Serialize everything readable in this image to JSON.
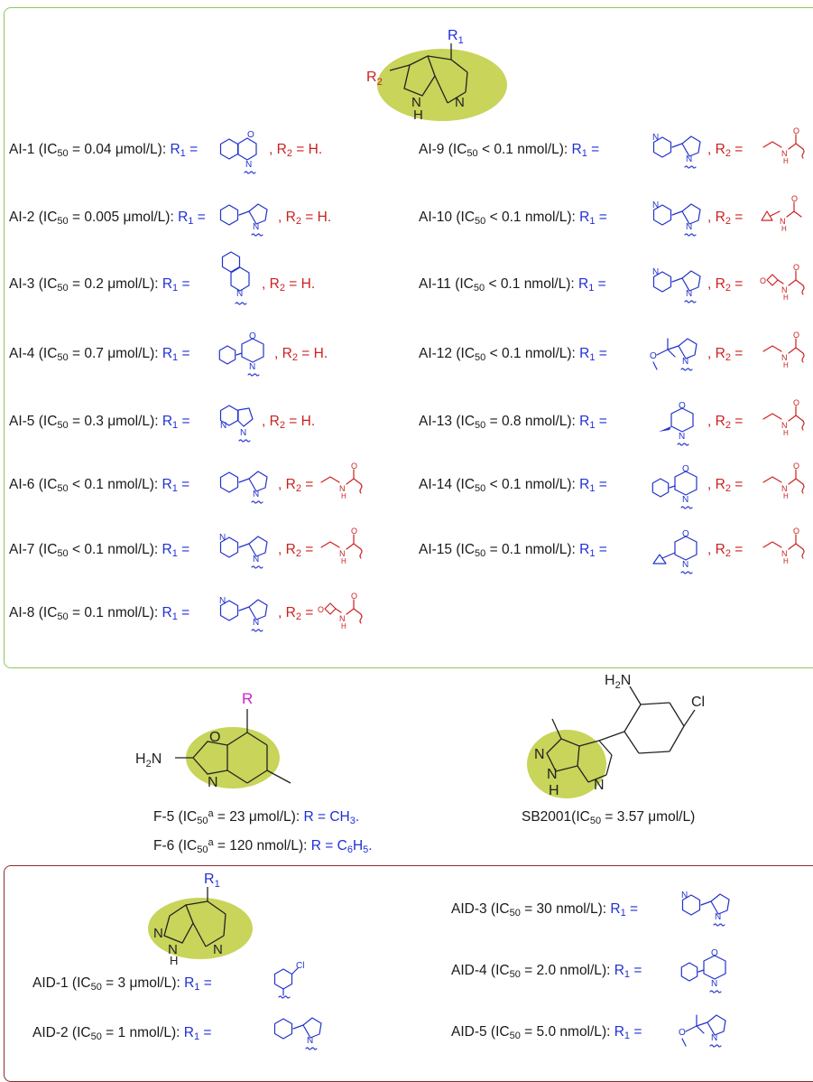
{
  "top_panel": {
    "core_labels": {
      "r1": "R",
      "r1_sub": "1",
      "r2": "R",
      "r2_sub": "2",
      "n": "N",
      "nh": "N",
      "h": "H"
    },
    "left_entries": [
      {
        "name": "AI-1",
        "relation": "=",
        "value": "0.04",
        "unit": "μmol/L",
        "r2": "H"
      },
      {
        "name": "AI-2",
        "relation": "=",
        "value": "0.005",
        "unit": "μmol/L",
        "r2": "H"
      },
      {
        "name": "AI-3",
        "relation": "=",
        "value": "0.2",
        "unit": "μmol/L",
        "r2": "H"
      },
      {
        "name": "AI-4",
        "relation": "=",
        "value": "0.7",
        "unit": "μmol/L",
        "r2": "H"
      },
      {
        "name": "AI-5",
        "relation": "=",
        "value": "0.3",
        "unit": "μmol/L",
        "r2": "H"
      },
      {
        "name": "AI-6",
        "relation": "<",
        "value": "0.1",
        "unit": "nmol/L",
        "r2": ""
      },
      {
        "name": "AI-7",
        "relation": "<",
        "value": "0.1",
        "unit": "nmol/L",
        "r2": ""
      },
      {
        "name": "AI-8",
        "relation": "=",
        "value": "0.1",
        "unit": "nmol/L",
        "r2": ""
      }
    ],
    "right_entries": [
      {
        "name": "AI-9",
        "relation": "<",
        "value": "0.1",
        "unit": "nmol/L"
      },
      {
        "name": "AI-10",
        "relation": "<",
        "value": "0.1",
        "unit": "nmol/L"
      },
      {
        "name": "AI-11",
        "relation": "<",
        "value": "0.1",
        "unit": "nmol/L"
      },
      {
        "name": "AI-12",
        "relation": "<",
        "value": "0.1",
        "unit": "nmol/L"
      },
      {
        "name": "AI-13",
        "relation": "=",
        "value": "0.8",
        "unit": "nmol/L"
      },
      {
        "name": "AI-14",
        "relation": "<",
        "value": "0.1",
        "unit": "nmol/L"
      },
      {
        "name": "AI-15",
        "relation": "=",
        "value": "0.1",
        "unit": "nmol/L"
      }
    ],
    "ic50_label": "IC",
    "ic50_sub": "50",
    "r1_label": "R",
    "r1_sub": "1",
    "r2_label": "R",
    "r2_sub": "2"
  },
  "middle": {
    "f_compounds": [
      {
        "name": "F-5",
        "sup": "a",
        "value": "23",
        "unit": "μmol/L",
        "r_value": "CH",
        "r_sub": "3"
      },
      {
        "name": "F-6",
        "sup": "a",
        "value": "120",
        "unit": "nmol/L",
        "r_value": "C",
        "r_sub": "6",
        "r_tail": "H",
        "r_sub2": "5"
      }
    ],
    "benzoxazole_labels": {
      "r": "R",
      "h2n": "H",
      "h2n_sub": "2",
      "h2n_n": "N",
      "o": "O",
      "n": "N"
    },
    "sb_compound": {
      "name": "SB2001",
      "value": "3.57",
      "unit": "μmol/L"
    },
    "pyrazolopyridine_labels": {
      "h2n": "H",
      "h2n_sub": "2",
      "h2n_n": "N",
      "cl": "Cl",
      "n1": "N",
      "n2": "N",
      "n3": "N",
      "h": "H"
    }
  },
  "bottom_panel": {
    "core_labels": {
      "r1": "R",
      "r1_sub": "1",
      "n1": "N",
      "n2": "N",
      "n3": "N",
      "h": "H"
    },
    "entries": [
      {
        "name": "AID-1",
        "relation": "=",
        "value": "3",
        "unit": "μmol/L"
      },
      {
        "name": "AID-2",
        "relation": "=",
        "value": "1",
        "unit": "nmol/L"
      },
      {
        "name": "AID-3",
        "relation": "=",
        "value": "30",
        "unit": "nmol/L"
      },
      {
        "name": "AID-4",
        "relation": "=",
        "value": "2.0",
        "unit": "nmol/L"
      },
      {
        "name": "AID-5",
        "relation": "=",
        "value": "5.0",
        "unit": "nmol/L"
      }
    ]
  },
  "fragment_atoms": {
    "n": "N",
    "o": "O",
    "cl": "Cl",
    "h": "H"
  },
  "colors": {
    "r1": "#1f2fd6",
    "r2": "#cc1f1f",
    "r": "#cc22cc",
    "highlight": "#c8d45a",
    "top_border": "#8ac85c",
    "bottom_border": "#8b2b2b"
  }
}
